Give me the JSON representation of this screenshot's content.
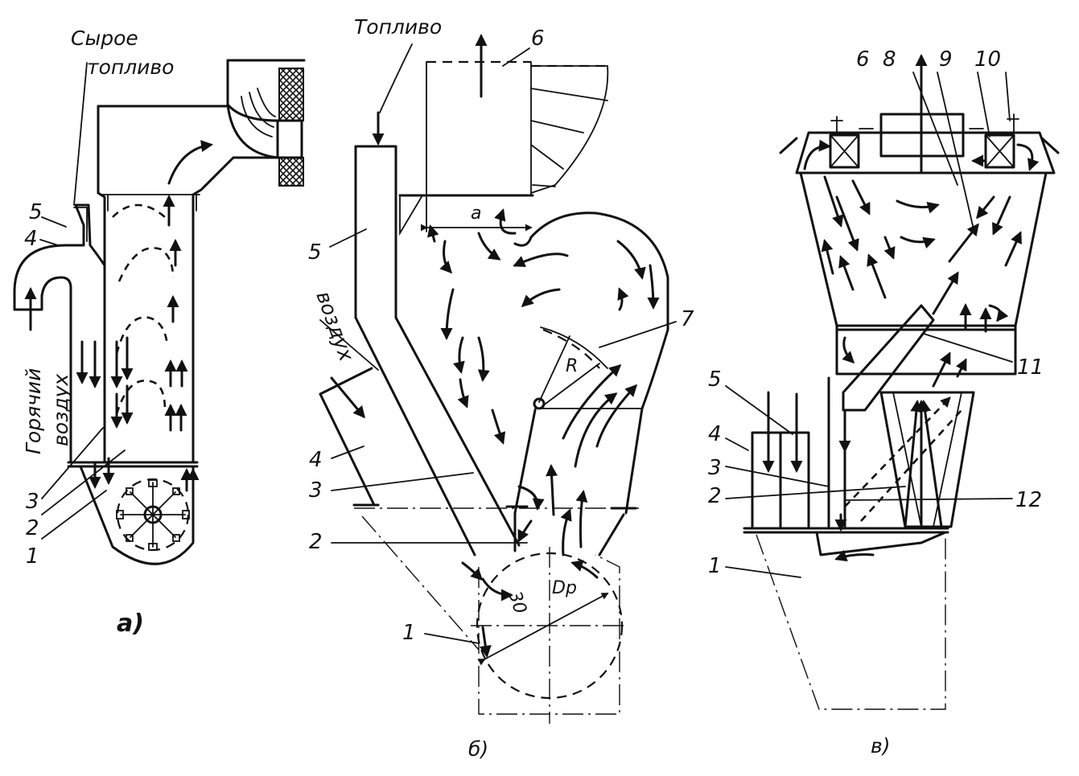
{
  "figure_a": {
    "caption": "а)",
    "raw_fuel_label_line1": "Сырое",
    "raw_fuel_label_line2": "топливо",
    "hot_air_label_line1": "Горячий",
    "hot_air_label_line2": "воздух",
    "callouts": [
      "5",
      "4",
      "3",
      "2",
      "1"
    ]
  },
  "figure_b": {
    "caption": "б)",
    "fuel_label": "Топливо",
    "air_label": "воздух",
    "dim_a": "a",
    "dim_r": "R",
    "dim_30": "30",
    "dim_dp": "Dр",
    "callouts": [
      "6",
      "5",
      "7",
      "4",
      "3",
      "2",
      "1"
    ]
  },
  "figure_c": {
    "caption": "в)",
    "callouts": [
      "6",
      "8",
      "9",
      "10",
      "5",
      "4",
      "3",
      "2",
      "1",
      "11",
      "12"
    ]
  },
  "colors": {
    "ink": "#111111",
    "background": "#ffffff"
  }
}
